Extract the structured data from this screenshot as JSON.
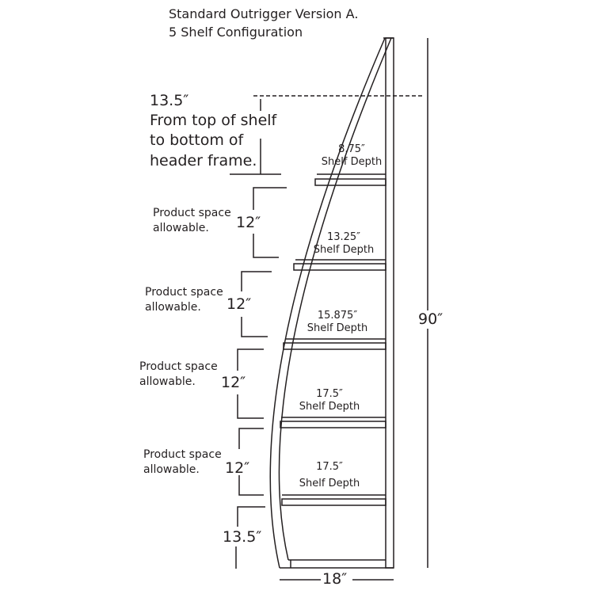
{
  "title": {
    "line1": "Standard Outrigger Version  A.",
    "line2": "5 Shelf Configuration"
  },
  "header_gap": {
    "value": "13.5″",
    "lines": [
      "From top of shelf",
      "to bottom of",
      "header frame."
    ]
  },
  "product_space": [
    {
      "label1": "Product space",
      "label2": "allowable.",
      "value": "12″"
    },
    {
      "label1": "Product space",
      "label2": "allowable.",
      "value": "12″"
    },
    {
      "label1": "Product space",
      "label2": "allowable.",
      "value": "12″"
    },
    {
      "label1": "Product space",
      "label2": "allowable.",
      "value": "12″"
    }
  ],
  "bottom_gap": "13.5″",
  "shelves": [
    {
      "depth": "8.75″",
      "label": "Shelf Depth"
    },
    {
      "depth": "13.25″",
      "label": "Shelf Depth"
    },
    {
      "depth": "15.875″",
      "label": "Shelf Depth"
    },
    {
      "depth": "17.5″",
      "label": "Shelf Depth"
    },
    {
      "depth": "17.5″",
      "label": "Shelf Depth"
    }
  ],
  "total_height": "90″",
  "base_width": "18″"
}
